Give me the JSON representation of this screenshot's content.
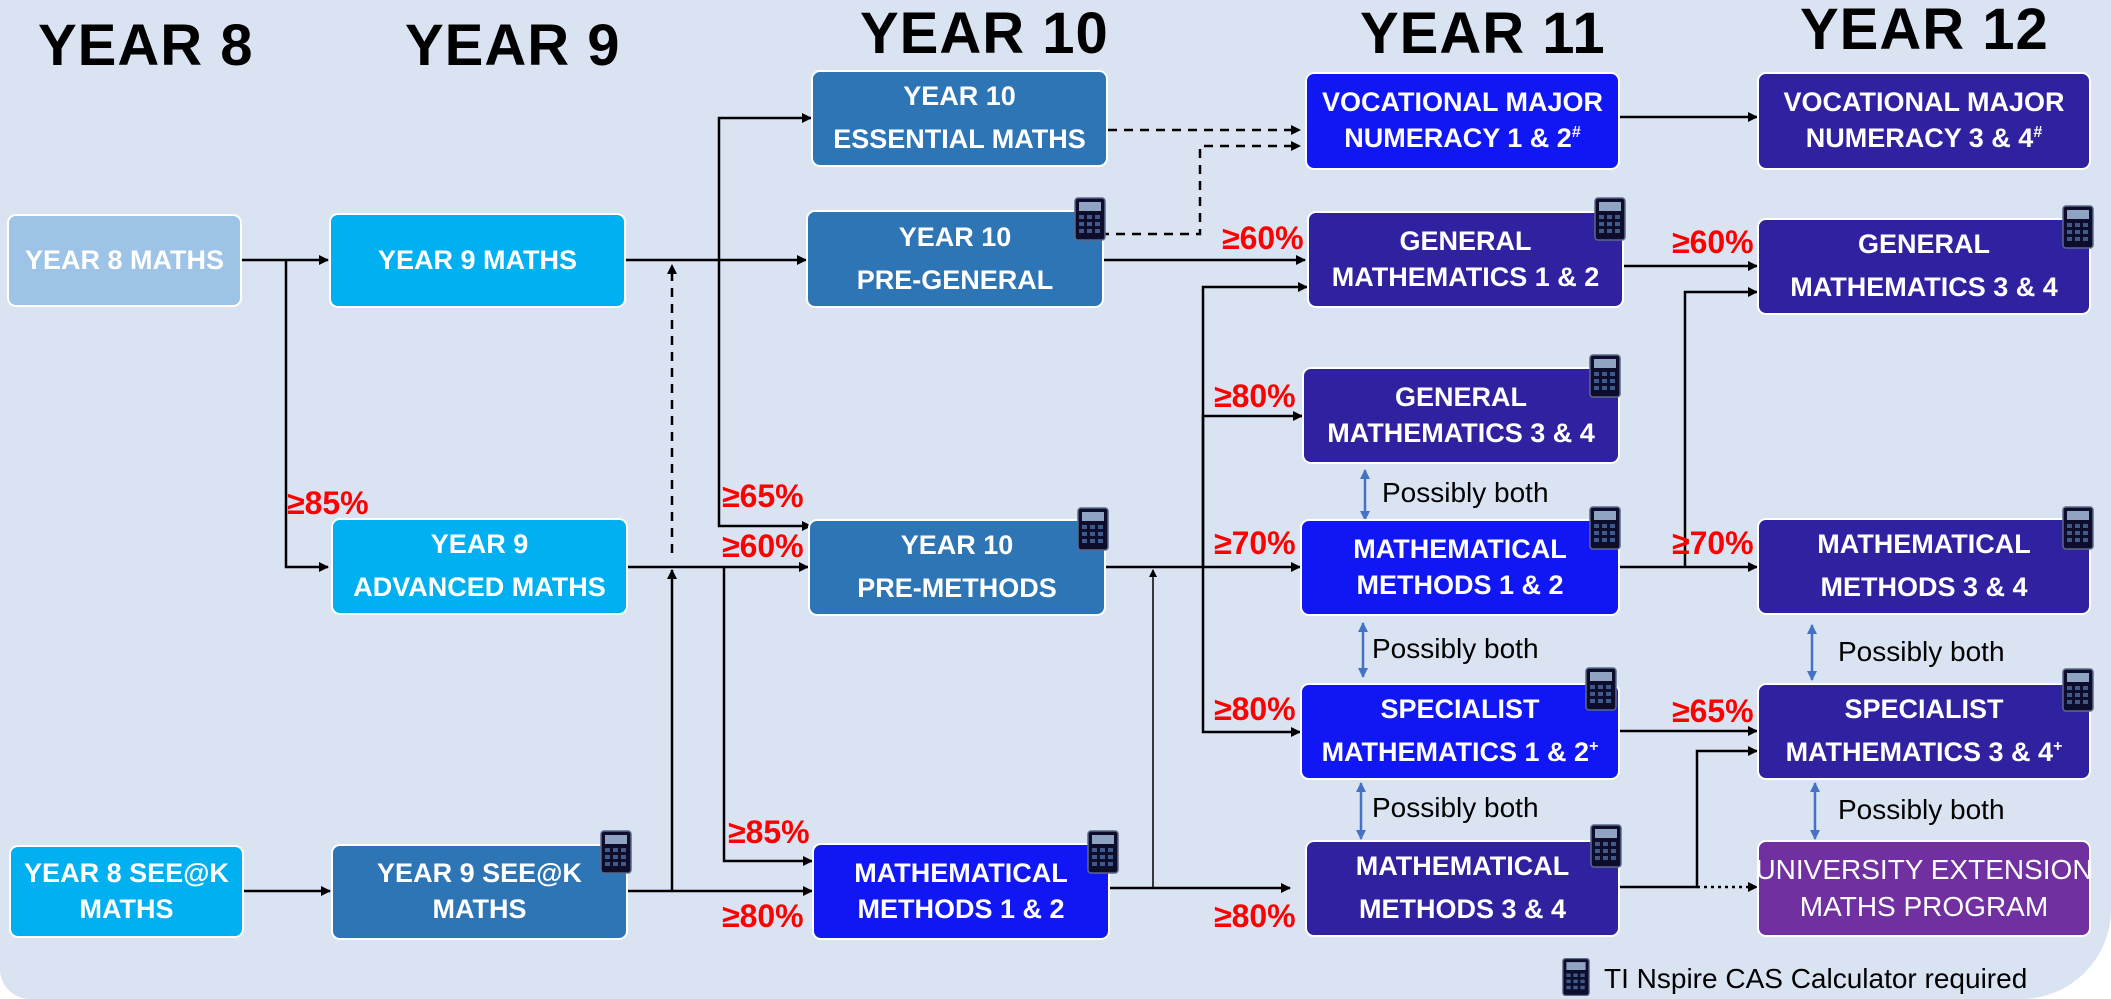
{
  "headers": {
    "year8": "YEAR 8",
    "year9": "YEAR 9",
    "year10": "YEAR 10",
    "year11": "YEAR 11",
    "year12": "YEAR 12"
  },
  "boxes": {
    "y8_maths": {
      "line1": "YEAR 8 MATHS"
    },
    "y8_seek": {
      "line1": "YEAR 8 SEE@K",
      "line2": "MATHS"
    },
    "y9_maths": {
      "line1": "YEAR 9 MATHS"
    },
    "y9_advanced": {
      "line1": "YEAR 9",
      "line2": "ADVANCED  MATHS"
    },
    "y9_seek": {
      "line1": "YEAR 9 SEE@K",
      "line2": "MATHS"
    },
    "y10_essential": {
      "line1": "YEAR 10",
      "line2": "ESSENTIAL MATHS"
    },
    "y10_pregeneral": {
      "line1": "YEAR 10",
      "line2": "PRE-GENERAL"
    },
    "y10_premethods": {
      "line1": "YEAR 10",
      "line2": "PRE-METHODS"
    },
    "y10_methods12": {
      "line1": "MATHEMATICAL",
      "line2": "METHODS 1 & 2"
    },
    "y11_vm12": {
      "line1": "VOCATIONAL MAJOR",
      "line2": "NUMERACY 1 & 2",
      "sup": "#"
    },
    "y11_general12": {
      "line1": "GENERAL",
      "line2": "MATHEMATICS 1 & 2"
    },
    "y11_general34": {
      "line1": "GENERAL",
      "line2": "MATHEMATICS 3 & 4"
    },
    "y11_methods12": {
      "line1": "MATHEMATICAL",
      "line2": "METHODS 1 & 2"
    },
    "y11_specialist12": {
      "line1": "SPECIALIST",
      "line2": "MATHEMATICS 1 & 2",
      "sup": "+"
    },
    "y11_methods34": {
      "line1": "MATHEMATICAL",
      "line2": "METHODS 3 & 4"
    },
    "y12_vm34": {
      "line1": "VOCATIONAL MAJOR",
      "line2": "NUMERACY 3 & 4",
      "sup": "#"
    },
    "y12_general34": {
      "line1": "GENERAL",
      "line2": "MATHEMATICS 3 & 4"
    },
    "y12_methods34": {
      "line1": "MATHEMATICAL",
      "line2": "METHODS 3 & 4"
    },
    "y12_specialist34": {
      "line1": "SPECIALIST",
      "line2": "MATHEMATICS 3 & 4",
      "sup": "+"
    },
    "y12_university": {
      "line1": "UNIVERSITY EXTENSION",
      "line2": "MATHS PROGRAM"
    }
  },
  "thresholds": {
    "y9adv_85": "≥85%",
    "y10_65": "≥65%",
    "y10_60": "≥60%",
    "y10_85": "≥85%",
    "y10_80": "≥80%",
    "y11_general12_60": "≥60%",
    "y11_general34_80": "≥80%",
    "y11_methods12_70": "≥70%",
    "y11_specialist12_80": "≥80%",
    "y11_methods34_80": "≥80%",
    "y12_general34_60": "≥60%",
    "y12_methods34_70": "≥70%",
    "y12_specialist34_65": "≥65%"
  },
  "notes": {
    "both_1": "Possibly both",
    "both_2": "Possibly both",
    "both_3": "Possibly both",
    "both_4": "Possibly both",
    "both_5": "Possibly both"
  },
  "legend": {
    "calculator_label": "TI Nspire CAS Calculator required",
    "calculator_icon": "calculator-icon"
  },
  "colors": {
    "background": "#dae3f2",
    "year8_box": "#9dc3e6",
    "year9_box": "#00b0f0",
    "year10_box": "#2e75b6",
    "methods_box": "#1116f5",
    "senior_box": "#3021a0",
    "university_box": "#7030a0",
    "threshold_text": "#ff0000",
    "both_arrow": "#4472c4"
  }
}
